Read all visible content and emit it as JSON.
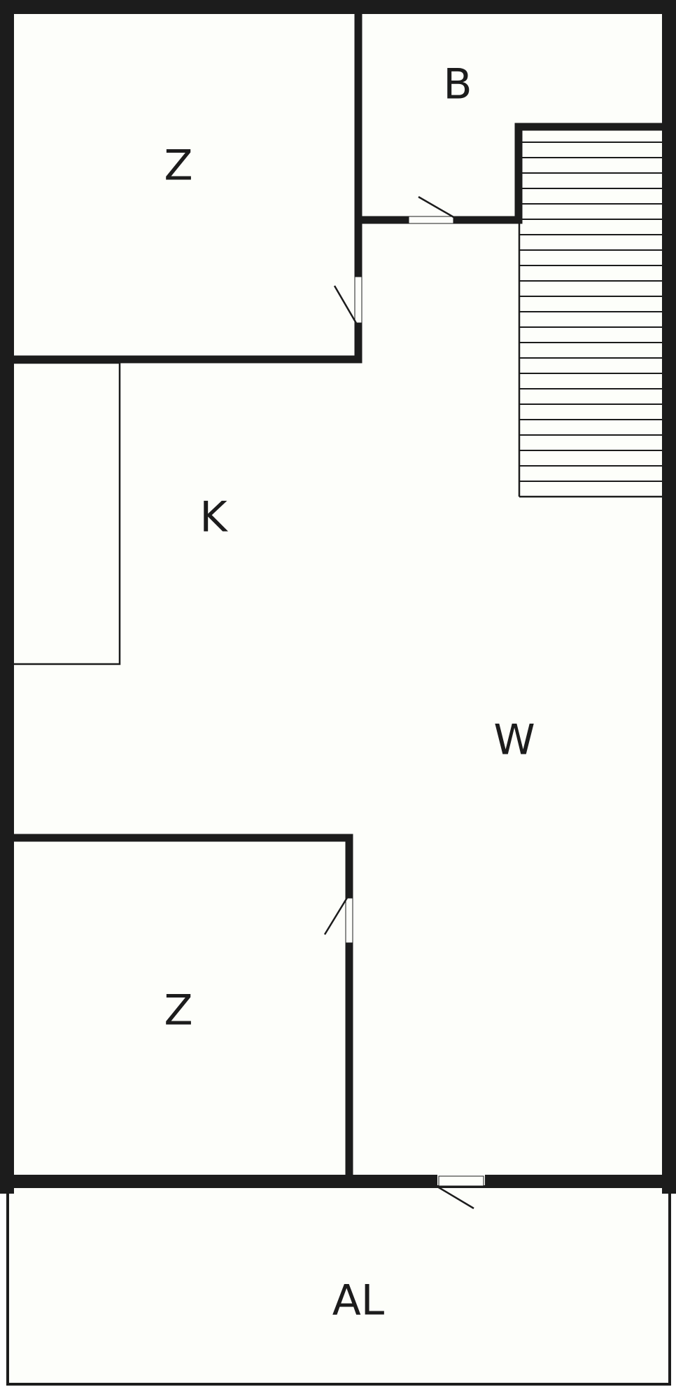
{
  "floorplan": {
    "colors": {
      "wall": "#1c1c1c",
      "floor": "#fdfefa",
      "background": "#ffffff"
    },
    "rooms": [
      {
        "id": "bedroom-top",
        "label": "Z"
      },
      {
        "id": "bathroom",
        "label": "B"
      },
      {
        "id": "kitchen",
        "label": "K"
      },
      {
        "id": "living",
        "label": "W"
      },
      {
        "id": "bedroom-bottom",
        "label": "Z"
      },
      {
        "id": "balcony",
        "label": "AL"
      }
    ]
  }
}
